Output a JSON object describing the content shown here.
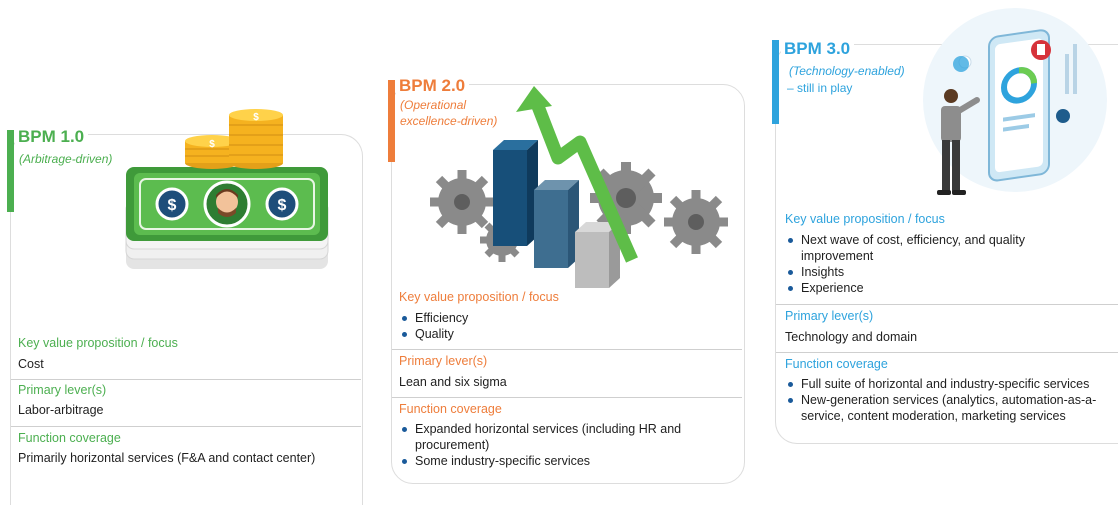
{
  "colors": {
    "bpm1": "#4caf50",
    "bpm2": "#ee7d3b",
    "bpm3": "#2ea3dd",
    "bullet": "#1a5a9a"
  },
  "bpm1": {
    "title": "BPM 1.0",
    "subtitle": "(Arbitrage-driven)",
    "illustration": "money-stack-icon",
    "sections": [
      {
        "heading": "Key value proposition / focus",
        "body": "Cost"
      },
      {
        "heading": "Primary lever(s)",
        "body": "Labor-arbitrage"
      },
      {
        "heading": "Function coverage",
        "body": "Primarily horizontal services (F&A and contact center)"
      }
    ]
  },
  "bpm2": {
    "title": "BPM 2.0",
    "subtitle_line1": "(Operational",
    "subtitle_line2": "excellence-driven)",
    "illustration": "growth-chart-gears-icon",
    "sections": [
      {
        "heading": "Key value proposition / focus",
        "bullets": [
          "Efficiency",
          "Quality"
        ]
      },
      {
        "heading": "Primary lever(s)",
        "body": "Lean and six sigma"
      },
      {
        "heading": "Function coverage",
        "bullets": [
          "Expanded horizontal services (including HR and procurement)",
          "Some industry-specific services"
        ]
      }
    ]
  },
  "bpm3": {
    "title": "BPM 3.0",
    "subtitle": "(Technology-enabled)",
    "subtitle2": "– still in play",
    "illustration": "person-with-digital-screen-icon",
    "sections": [
      {
        "heading": "Key value proposition / focus",
        "bullets": [
          "Next wave of cost, efficiency, and quality improvement",
          "Insights",
          "Experience"
        ]
      },
      {
        "heading": "Primary lever(s)",
        "body": "Technology and domain"
      },
      {
        "heading": "Function coverage",
        "bullets": [
          "Full suite of horizontal and industry-specific services",
          "New-generation services (analytics, automation-as-a-service, content moderation, marketing services"
        ]
      }
    ]
  }
}
